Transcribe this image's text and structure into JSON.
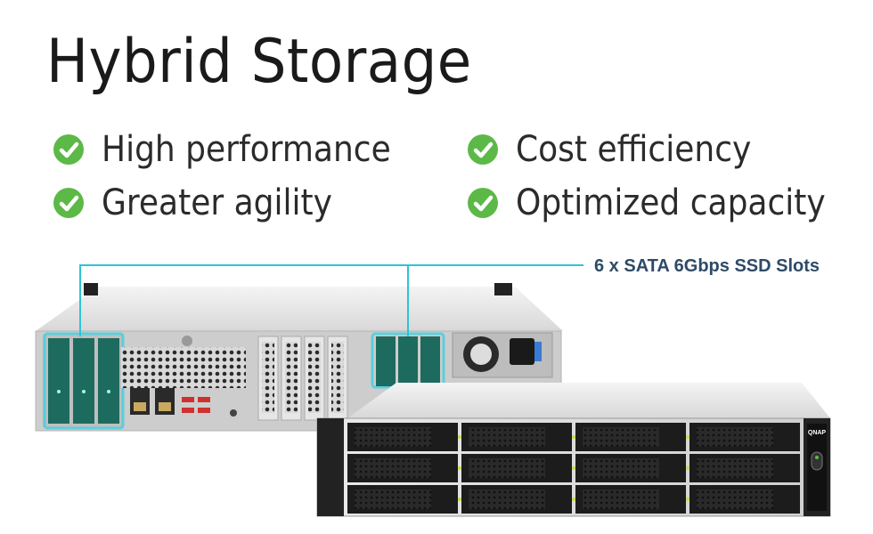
{
  "title": "Hybrid Storage",
  "features": [
    {
      "label": "High performance",
      "icon": "check-circle-icon"
    },
    {
      "label": "Cost efficiency",
      "icon": "check-circle-icon"
    },
    {
      "label": "Greater agility",
      "icon": "check-circle-icon"
    },
    {
      "label": "Optimized capacity",
      "icon": "check-circle-icon"
    }
  ],
  "callout": {
    "label": "6 x SATA 6Gbps SSD Slots",
    "line_color": "#2ec4d6"
  },
  "device": {
    "brand": "QNAP"
  },
  "colors": {
    "check": "#5cb947",
    "ssd_tray": "#1d6b5e",
    "callout_text": "#2e4a67"
  }
}
